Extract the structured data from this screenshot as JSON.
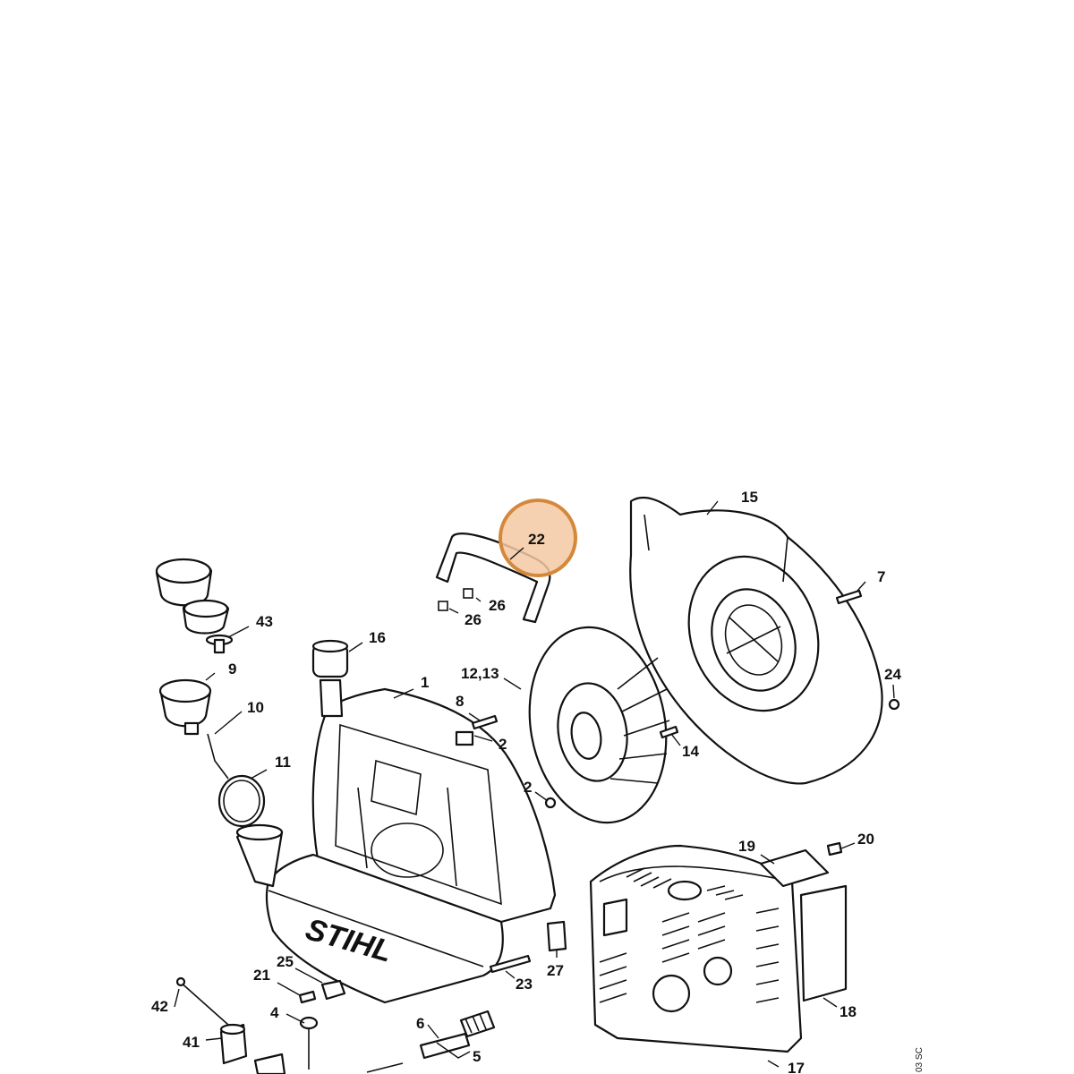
{
  "diagram": {
    "highlight": {
      "label": "22",
      "fill": "#F5C9A3",
      "stroke": "#D4883A"
    },
    "brand_text": "STIHL",
    "reference_code": "03 SC",
    "callouts": {
      "c1": "1",
      "c2a": "2",
      "c2b": "2",
      "c4": "4",
      "c5": "5",
      "c6": "6",
      "c7": "7",
      "c8": "8",
      "c9": "9",
      "c10": "10",
      "c11": "11",
      "c1213": "12,13",
      "c14": "14",
      "c15": "15",
      "c16": "16",
      "c17": "17",
      "c18": "18",
      "c19": "19",
      "c20": "20",
      "c21": "21",
      "c23": "23",
      "c24": "24",
      "c25": "25",
      "c26a": "26",
      "c26b": "26",
      "c27": "27",
      "c41": "41",
      "c42": "42",
      "c43": "43"
    }
  }
}
